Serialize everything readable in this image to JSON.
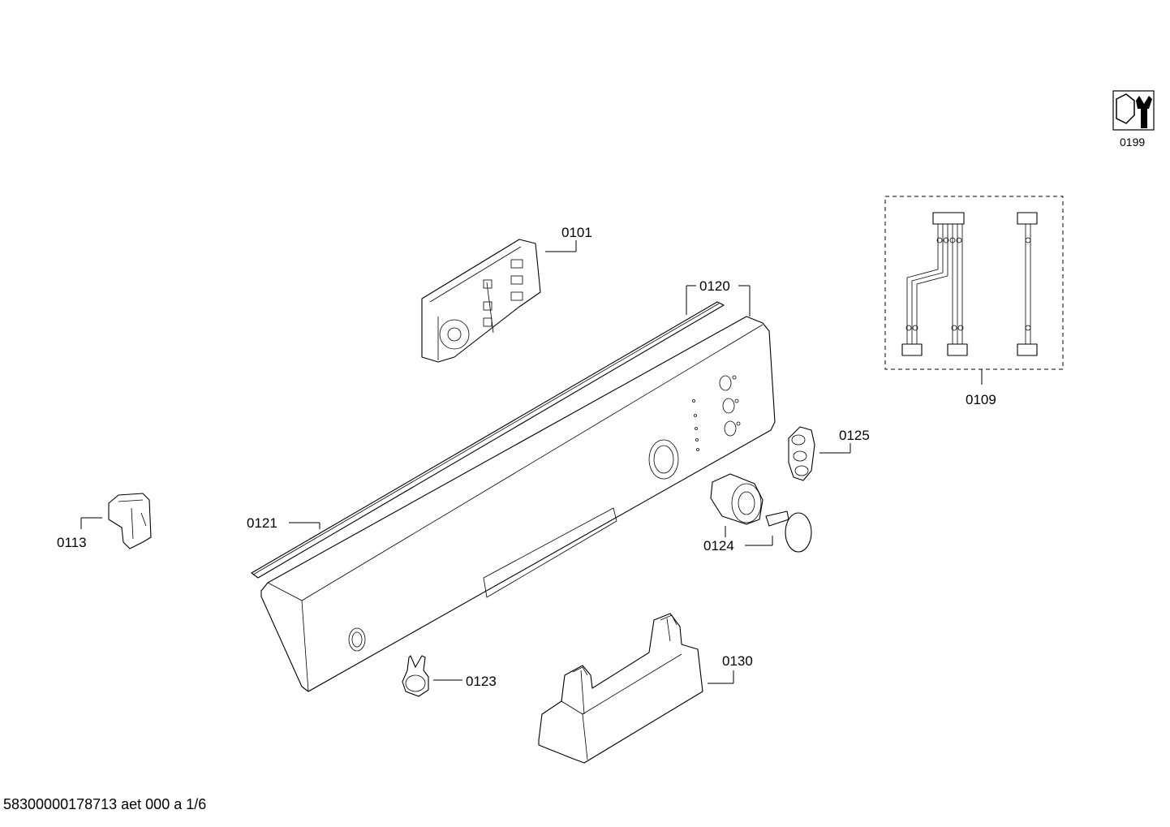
{
  "footer": {
    "text": "58300000178713 aet 000 a 1/6"
  },
  "tool_icon": {
    "name": "wrench-icon",
    "label": "0199"
  },
  "callouts": {
    "p0101": "0101",
    "p0120": "0120",
    "p0109": "0109",
    "p0125": "0125",
    "p0121": "0121",
    "p0113": "0113",
    "p0124": "0124",
    "p0123": "0123",
    "p0130": "0130"
  }
}
